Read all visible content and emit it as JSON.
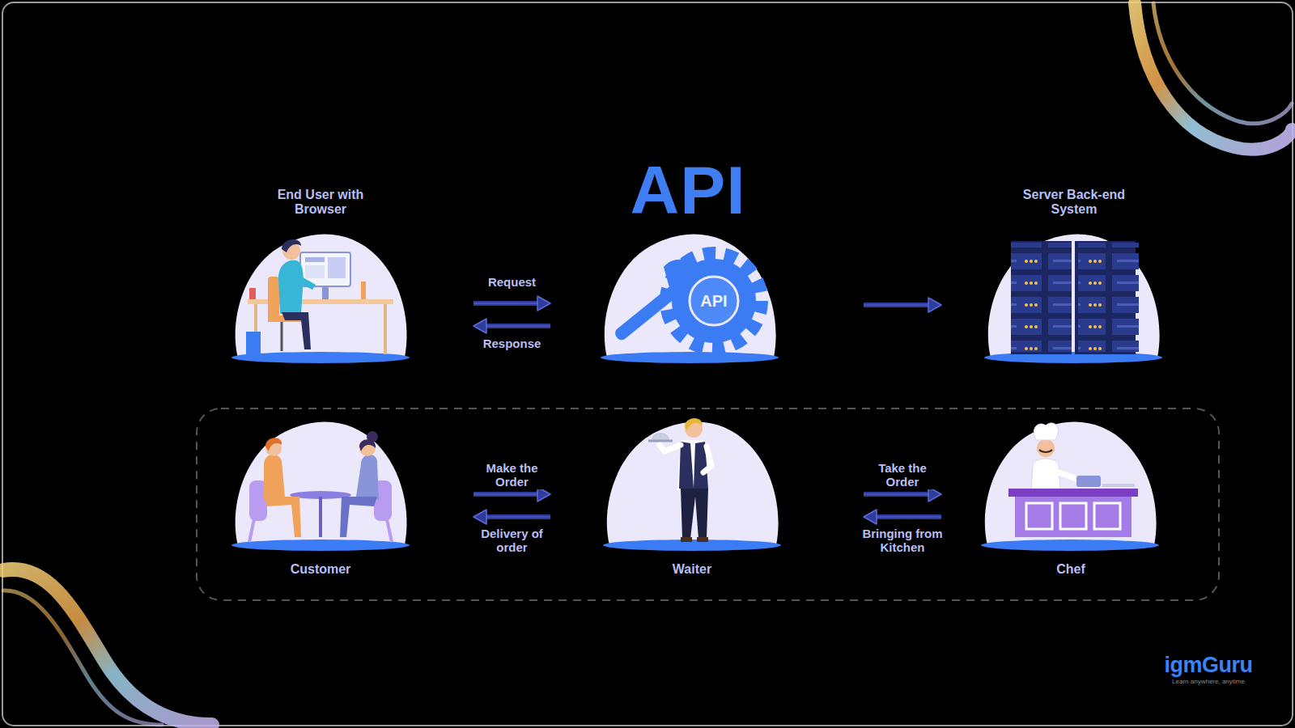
{
  "diagram": {
    "title": "API",
    "nodes": [
      {
        "text": [
          "End User with Browser"
        ]
      },
      {
        "text": [
          "API"
        ]
      },
      {
        "text": [
          "Server Back-end System"
        ]
      },
      {
        "text": [
          "Customer"
        ]
      },
      {
        "text": [
          "Waiter"
        ]
      },
      {
        "text": [
          "Chef"
        ]
      }
    ],
    "edges": [
      {
        "from": 0,
        "to": 1,
        "label": "Request",
        "arrow": "to"
      },
      {
        "from": 1,
        "to": 0,
        "label": "Response",
        "arrow": "to"
      },
      {
        "from": 1,
        "to": 2,
        "arrow": "to"
      },
      {
        "from": 3,
        "to": 4,
        "label": "Make the Order",
        "arrow": "to"
      },
      {
        "from": 4,
        "to": 3,
        "label": "Delivery of order",
        "arrow": "to"
      },
      {
        "from": 4,
        "to": 5,
        "label": "Take the Order",
        "arrow": "to"
      },
      {
        "from": 5,
        "to": 4,
        "label": "Bringing from Kitchen",
        "arrow": "to"
      }
    ],
    "labels": [
      "igmGuru",
      "Learn anywhere, anytime"
    ]
  }
}
